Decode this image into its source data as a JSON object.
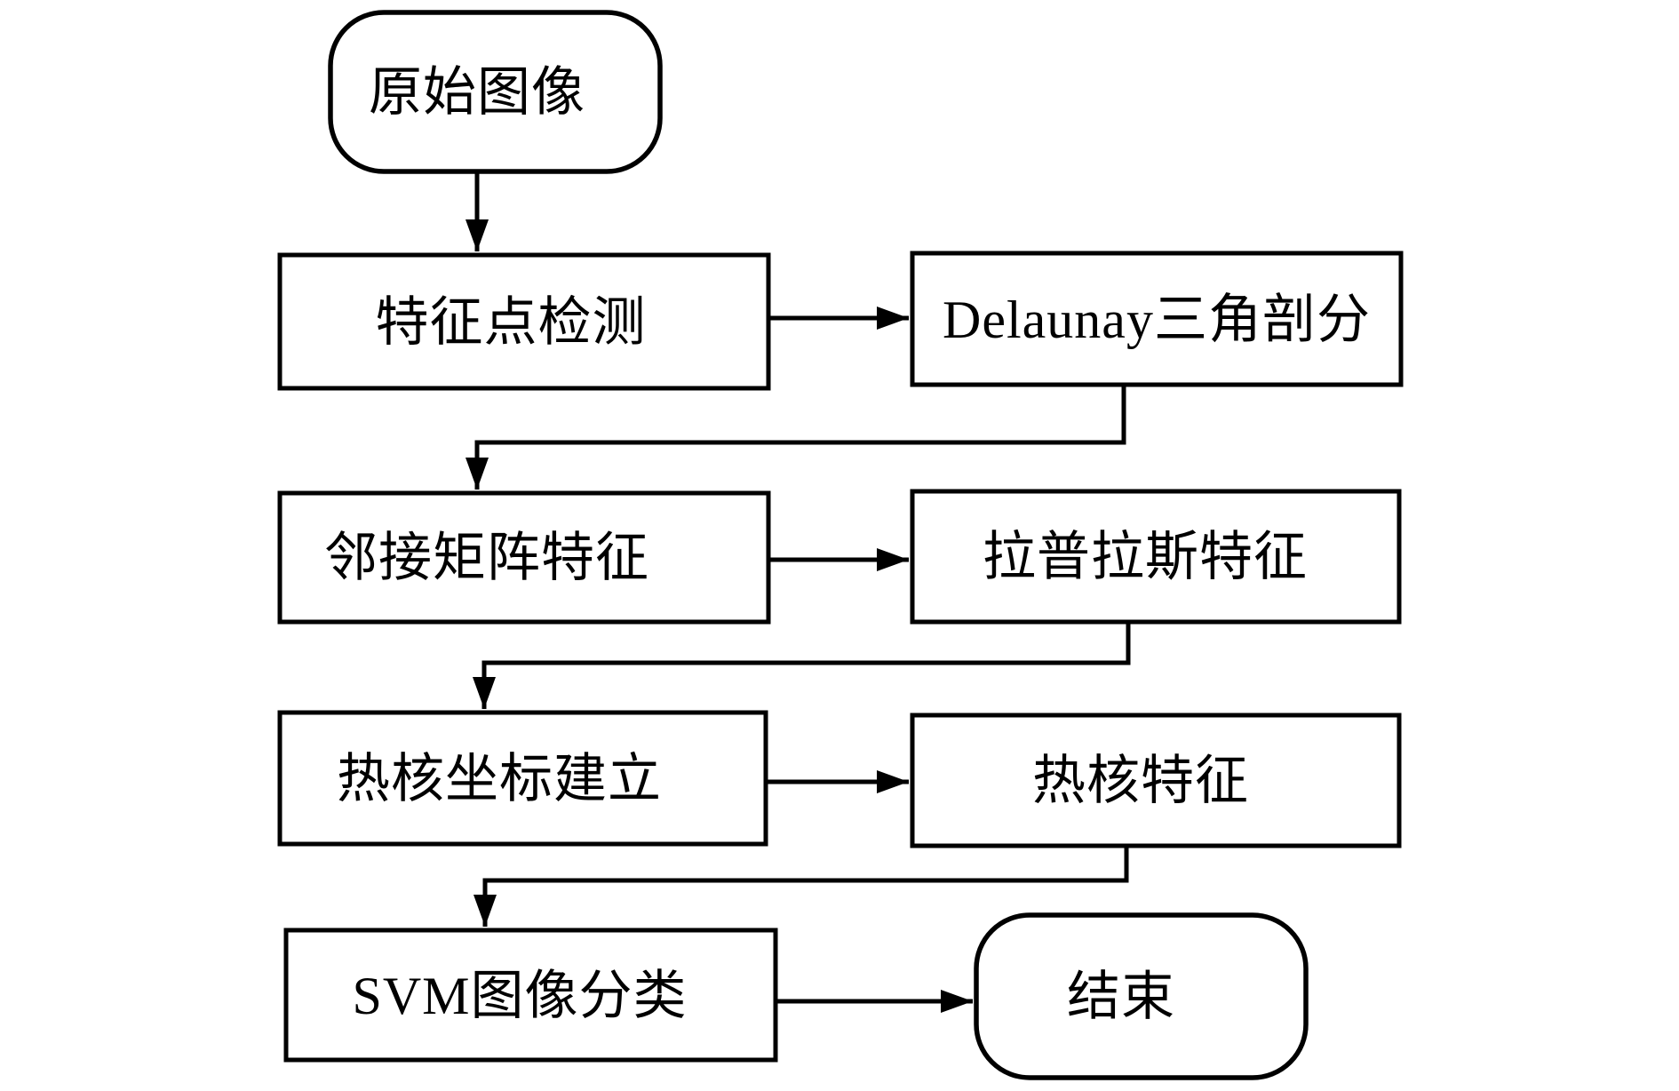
{
  "diagram": {
    "background_color": "#ffffff",
    "stroke_color": "#000000",
    "text_color": "#000000",
    "nodes": {
      "start": {
        "label": "原始图像",
        "shape": "stadium"
      },
      "feature_point_detection": {
        "label": "特征点检测",
        "shape": "rect"
      },
      "delaunay_triangulation": {
        "label": "Delaunay三角剖分",
        "shape": "rect"
      },
      "adjacency_matrix_features": {
        "label": "邻接矩阵特征",
        "shape": "rect"
      },
      "laplacian_features": {
        "label": "拉普拉斯特征",
        "shape": "rect"
      },
      "heat_kernel_coordinates": {
        "label": "热核坐标建立",
        "shape": "rect"
      },
      "heat_kernel_features": {
        "label": "热核特征",
        "shape": "rect"
      },
      "svm_image_classification": {
        "label": "SVM图像分类",
        "shape": "rect"
      },
      "end": {
        "label": "结束",
        "shape": "stadium"
      }
    },
    "edges": [
      {
        "from": "start",
        "to": "feature_point_detection"
      },
      {
        "from": "feature_point_detection",
        "to": "delaunay_triangulation"
      },
      {
        "from": "delaunay_triangulation",
        "to": "adjacency_matrix_features"
      },
      {
        "from": "adjacency_matrix_features",
        "to": "laplacian_features"
      },
      {
        "from": "laplacian_features",
        "to": "heat_kernel_coordinates"
      },
      {
        "from": "heat_kernel_coordinates",
        "to": "heat_kernel_features"
      },
      {
        "from": "heat_kernel_features",
        "to": "svm_image_classification"
      },
      {
        "from": "svm_image_classification",
        "to": "end"
      }
    ]
  }
}
